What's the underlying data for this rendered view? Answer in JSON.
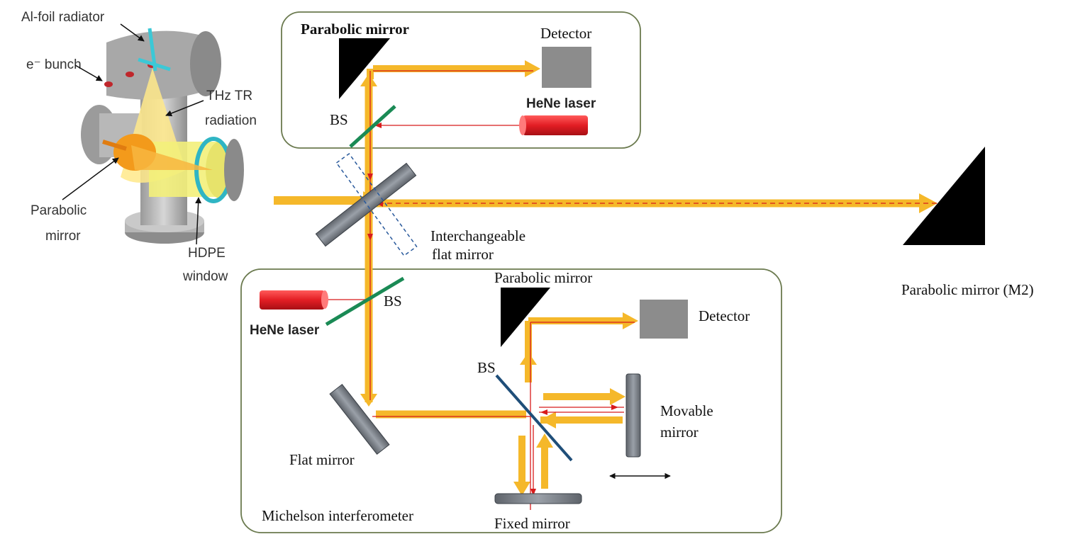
{
  "vacuum_chamber": {
    "labels": {
      "al_foil_radiator": "Al-foil radiator",
      "e_bunch": "e⁻ bunch",
      "thz_tr": "THz TR",
      "radiation": "radiation",
      "parabolic": "Parabolic",
      "mirror": "mirror",
      "hdpe": "HDPE",
      "window": "window"
    }
  },
  "top_box": {
    "parabolic_mirror": "Parabolic mirror",
    "detector": "Detector",
    "hene_laser": "HeNe laser",
    "bs": "BS"
  },
  "center": {
    "interchangeable_line1": "Interchangeable",
    "interchangeable_line2": "flat mirror"
  },
  "far_right": {
    "parabolic_mirror_m2": "Parabolic mirror (M2)"
  },
  "bottom_box": {
    "hene_laser": "HeNe laser",
    "bs_left": "BS",
    "parabolic_mirror": "Parabolic mirror",
    "detector": "Detector",
    "bs_right": "BS",
    "movable_line1": "Movable",
    "movable_line2": "mirror",
    "flat_mirror": "Flat mirror",
    "fixed_mirror": "Fixed mirror",
    "michelson": "Michelson interferometer"
  },
  "colors": {
    "beam": "#f5b82a",
    "beam_core": "#ffd866",
    "laser_line": "#d81b1b",
    "laser_body": "#e31e24",
    "splitter_green": "#1a8a55",
    "splitter_blue": "#1f4e79",
    "detector_gray": "#8c8c8c",
    "mirror_gray": "#7a7f86",
    "box_border": "#6b7a4f"
  }
}
